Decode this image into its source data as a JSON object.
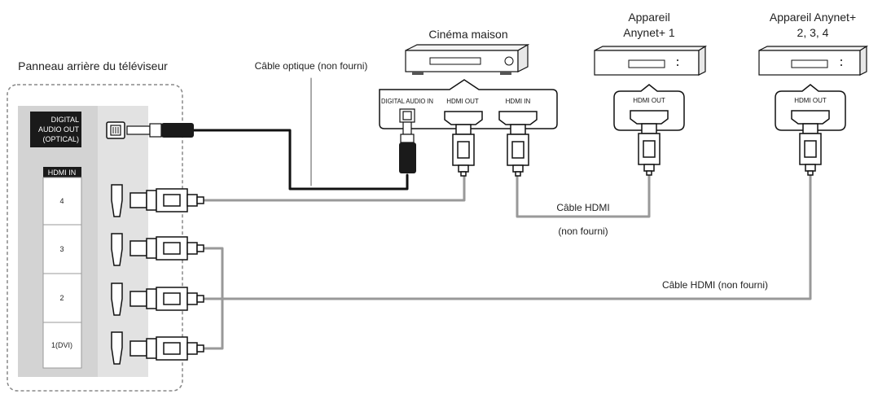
{
  "tv": {
    "title": "Panneau arrière du téléviseur",
    "digital_audio_out": [
      "DIGITAL",
      "AUDIO OUT",
      "(OPTICAL)"
    ],
    "hdmi_in_header": "HDMI IN",
    "hdmi_ports": [
      "4",
      "3",
      "2",
      "1(DVI)"
    ]
  },
  "devices": {
    "home_theater": {
      "title": "Cinéma maison",
      "port_labels": [
        "DIGITAL AUDIO IN",
        "HDMI OUT",
        "HDMI IN"
      ]
    },
    "anynet1": {
      "title_lines": [
        "Appareil",
        "Anynet+ 1"
      ],
      "port_label": "HDMI OUT"
    },
    "anynet234": {
      "title_lines": [
        "Appareil Anynet+",
        "2, 3, 4"
      ],
      "port_label": "HDMI OUT"
    }
  },
  "cables": {
    "optical": "Câble optique (non fourni)",
    "hdmi_1": "Câble HDMI",
    "hdmi_1_sub": "(non fourni)",
    "hdmi_2": "Câble HDMI (non fourni)"
  }
}
